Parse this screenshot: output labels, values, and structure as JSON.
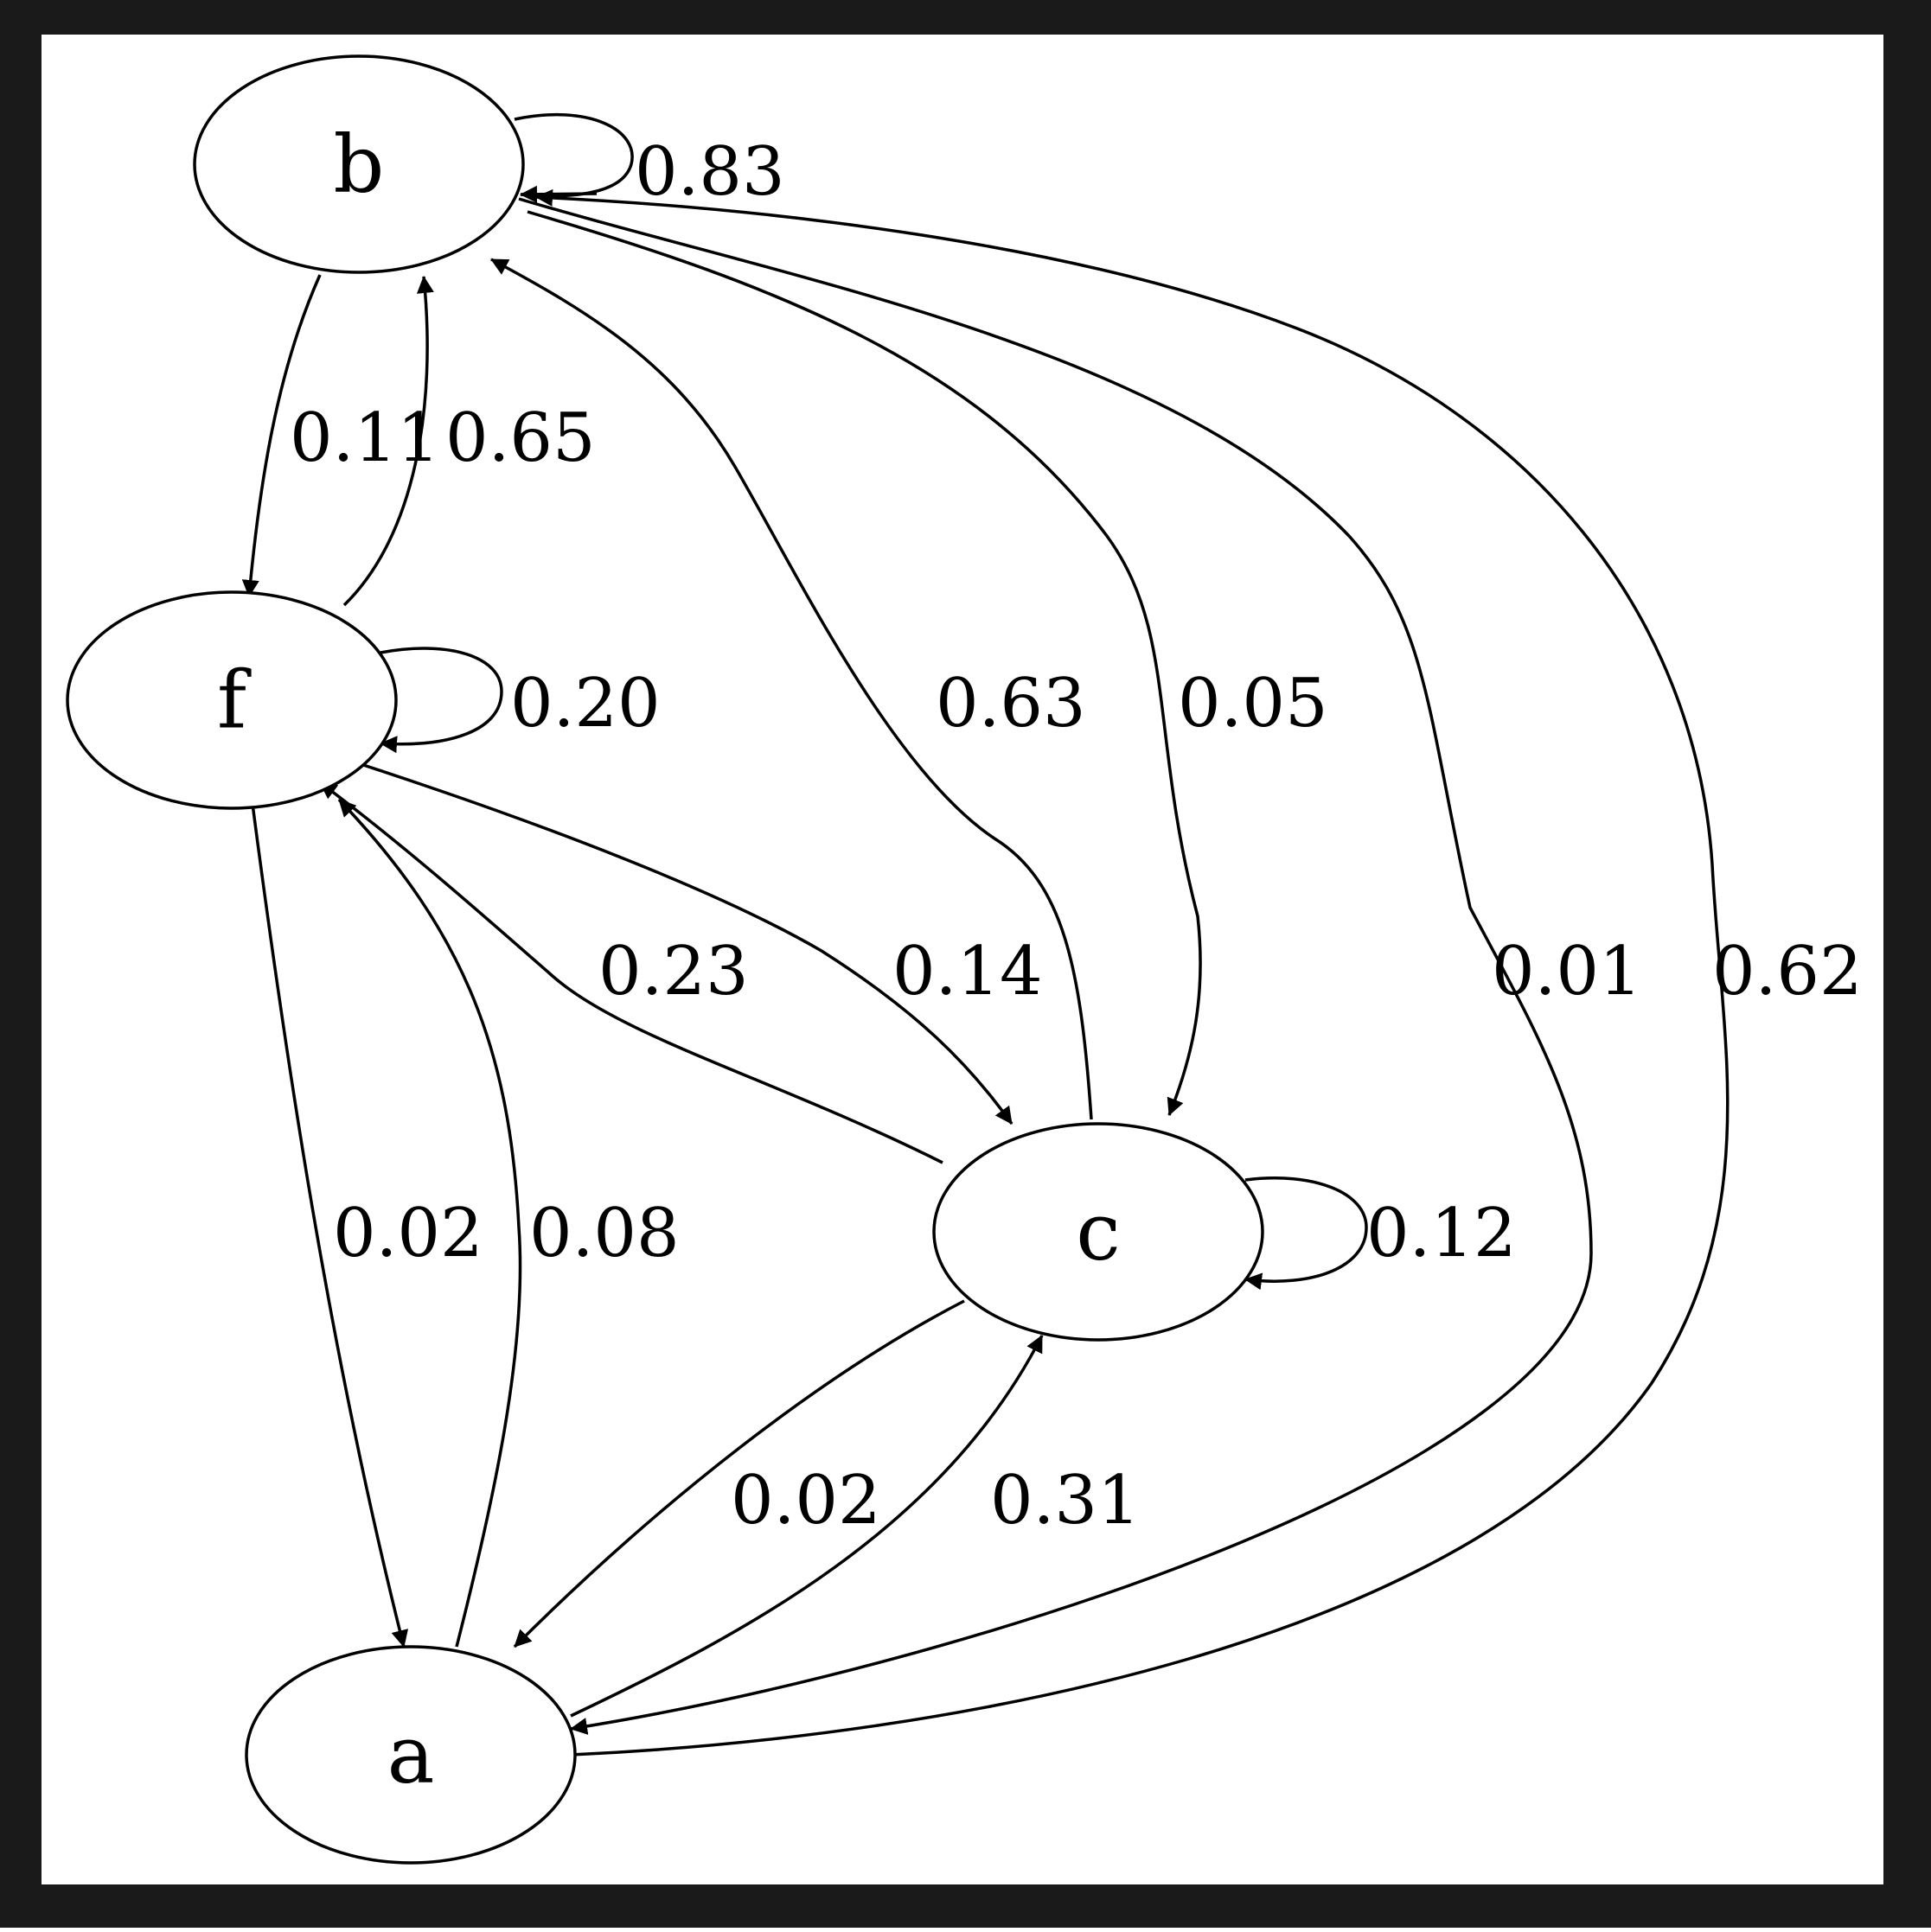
{
  "diagram": {
    "colors": {
      "frame": "#1a1a1a",
      "ink": "#000000",
      "background": "#ffffff"
    },
    "nodes": [
      {
        "id": "b",
        "label": "b"
      },
      {
        "id": "f",
        "label": "f"
      },
      {
        "id": "c",
        "label": "c"
      },
      {
        "id": "a",
        "label": "a"
      }
    ],
    "edges": [
      {
        "id": "b-b",
        "from": "b",
        "to": "b",
        "weight": "0.83"
      },
      {
        "id": "b-f",
        "from": "b",
        "to": "f",
        "weight": "0.11"
      },
      {
        "id": "f-b",
        "from": "f",
        "to": "b",
        "weight": "0.65"
      },
      {
        "id": "f-f",
        "from": "f",
        "to": "f",
        "weight": "0.20"
      },
      {
        "id": "c-b",
        "from": "c",
        "to": "b",
        "weight": "0.63"
      },
      {
        "id": "b-c",
        "from": "b",
        "to": "c",
        "weight": "0.05"
      },
      {
        "id": "b-a",
        "from": "b",
        "to": "a",
        "weight": "0.01"
      },
      {
        "id": "a-b",
        "from": "a",
        "to": "b",
        "weight": "0.62"
      },
      {
        "id": "c-f",
        "from": "c",
        "to": "f",
        "weight": "0.23"
      },
      {
        "id": "f-c",
        "from": "f",
        "to": "c",
        "weight": "0.14"
      },
      {
        "id": "f-a",
        "from": "f",
        "to": "a",
        "weight": "0.02"
      },
      {
        "id": "a-f",
        "from": "a",
        "to": "f",
        "weight": "0.08"
      },
      {
        "id": "c-c",
        "from": "c",
        "to": "c",
        "weight": "0.12"
      },
      {
        "id": "c-a",
        "from": "c",
        "to": "a",
        "weight": "0.02"
      },
      {
        "id": "a-c",
        "from": "a",
        "to": "c",
        "weight": "0.31"
      }
    ]
  }
}
